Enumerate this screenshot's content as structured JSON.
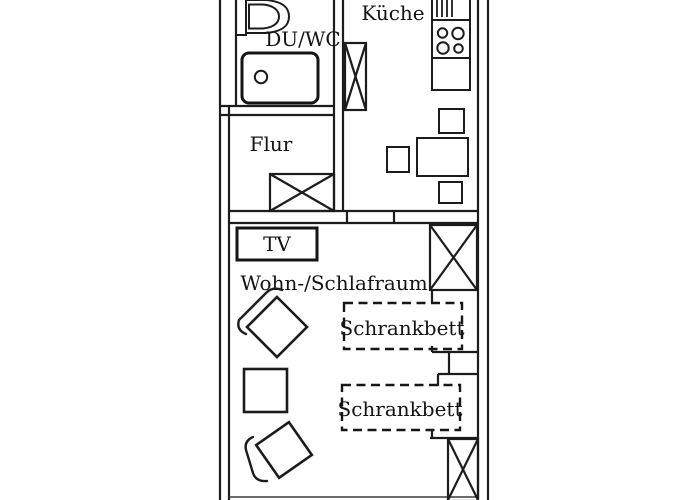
{
  "colors": {
    "line": "#1c1c1c",
    "background": "#ffffff"
  },
  "floorplan": {
    "rooms": [
      {
        "id": "bathroom",
        "label": "DU/WC"
      },
      {
        "id": "kitchen",
        "label": "Küche"
      },
      {
        "id": "hall",
        "label": "Flur"
      },
      {
        "id": "living",
        "label": "Wohn-/Schlafraum"
      }
    ],
    "furniture": [
      {
        "id": "tv",
        "label": "TV"
      },
      {
        "id": "wallbed-1",
        "label": "Schrankbett"
      },
      {
        "id": "wallbed-2",
        "label": "Schrankbett"
      }
    ],
    "fixtures": [
      "toilet",
      "shower-tray",
      "shower-drain",
      "ventilation-shaft",
      "sink-drainer",
      "stove-4-burners",
      "kitchen-counter",
      "kitchen-table",
      "kitchen-chairs",
      "hall-wardrobe",
      "window-top",
      "window-bottom",
      "armchair",
      "side-table",
      "chair"
    ]
  }
}
